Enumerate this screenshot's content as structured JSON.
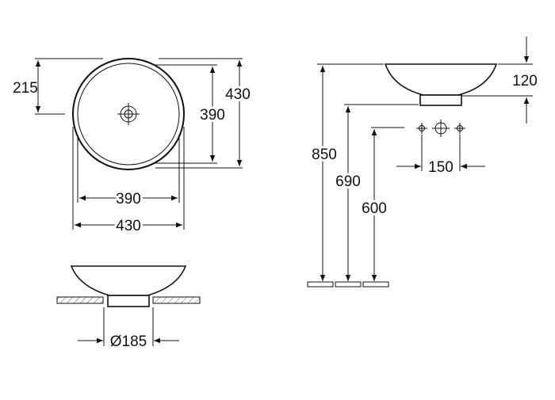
{
  "drawing": {
    "plan": {
      "dim_half": "215",
      "dim_inner_vertical": "390",
      "dim_outer_vertical": "430",
      "dim_inner_horizontal": "390",
      "dim_outer_horizontal": "430"
    },
    "elevation": {
      "dim_diameter": "Ø185"
    },
    "side": {
      "dim_total_height": "850",
      "dim_bowl_height": "120",
      "dim_level_2": "690",
      "dim_level_3": "600",
      "dim_spacing": "150"
    },
    "colors": {
      "line": "#111111",
      "hatch": "#666666",
      "background": "#ffffff"
    }
  }
}
